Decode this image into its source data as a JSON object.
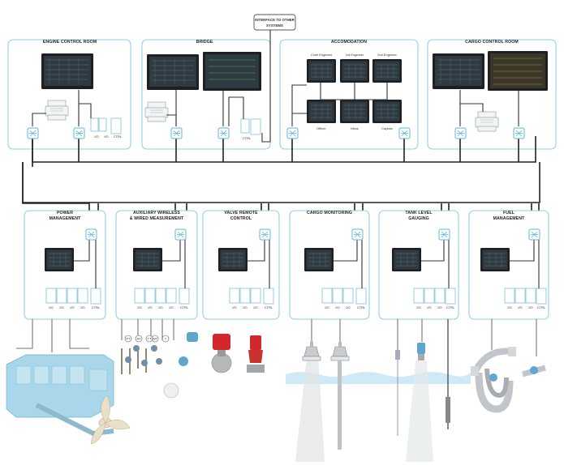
{
  "interface": {
    "line1": "INTERFACE TO OTHER",
    "line2": "SYSTEMS"
  },
  "rooms": {
    "engine": {
      "title": "ENGINE CONTROL ROOM",
      "io1": "I/O",
      "io2": "I/O",
      "ctrl": "CTRL"
    },
    "bridge": {
      "title": "BRIDGE",
      "ctrl": "CTRL"
    },
    "accommodation": {
      "title": "ACCOMODATION",
      "labels": [
        "Chief Engineer",
        "1st Engineer",
        "2nd Engineer",
        "Officer",
        "Mess",
        "Captain"
      ]
    },
    "cargo": {
      "title": "CARGO CONTROL ROOM"
    }
  },
  "subsystems": [
    {
      "title1": "POWER",
      "title2": "MANAGEMENT",
      "io": [
        "I/O",
        "I/O",
        "I/O",
        "I/O"
      ],
      "ctrl": "CTRL"
    },
    {
      "title1": "AUXILIARY WIRELESS",
      "title2": "& WIRED MEASUREMENT",
      "io": [
        "I/O",
        "I/O",
        "I/O",
        "I/O"
      ],
      "ctrl": "CTRL"
    },
    {
      "title1": "VALVE REMOTE",
      "title2": "CONTROL",
      "io": [
        "I/O",
        "I/O",
        "I/O"
      ],
      "ctrl": "CTRL"
    },
    {
      "title1": "CARGO MONITORING",
      "title2": "",
      "io": [
        "I/O",
        "I/O",
        "I/O"
      ],
      "ctrl": "CTRL"
    },
    {
      "title1": "TANK LEVEL",
      "title2": "GAUGING",
      "io": [
        "I/O",
        "I/O",
        "I/O"
      ],
      "ctrl": "CTRL"
    },
    {
      "title1": "FUEL",
      "title2": "MANAGEMENT",
      "io": [
        "I/O",
        "I/O",
        "I/O"
      ],
      "ctrl": "CTRL"
    }
  ],
  "sensor_tags": [
    "PT",
    "AT",
    "TT",
    "WT",
    "T"
  ],
  "colors": {
    "box_border": "#8fd0e6",
    "switch": "#5bb8da",
    "water": "#cfe9f6",
    "equipment": "#a9d6ea"
  }
}
